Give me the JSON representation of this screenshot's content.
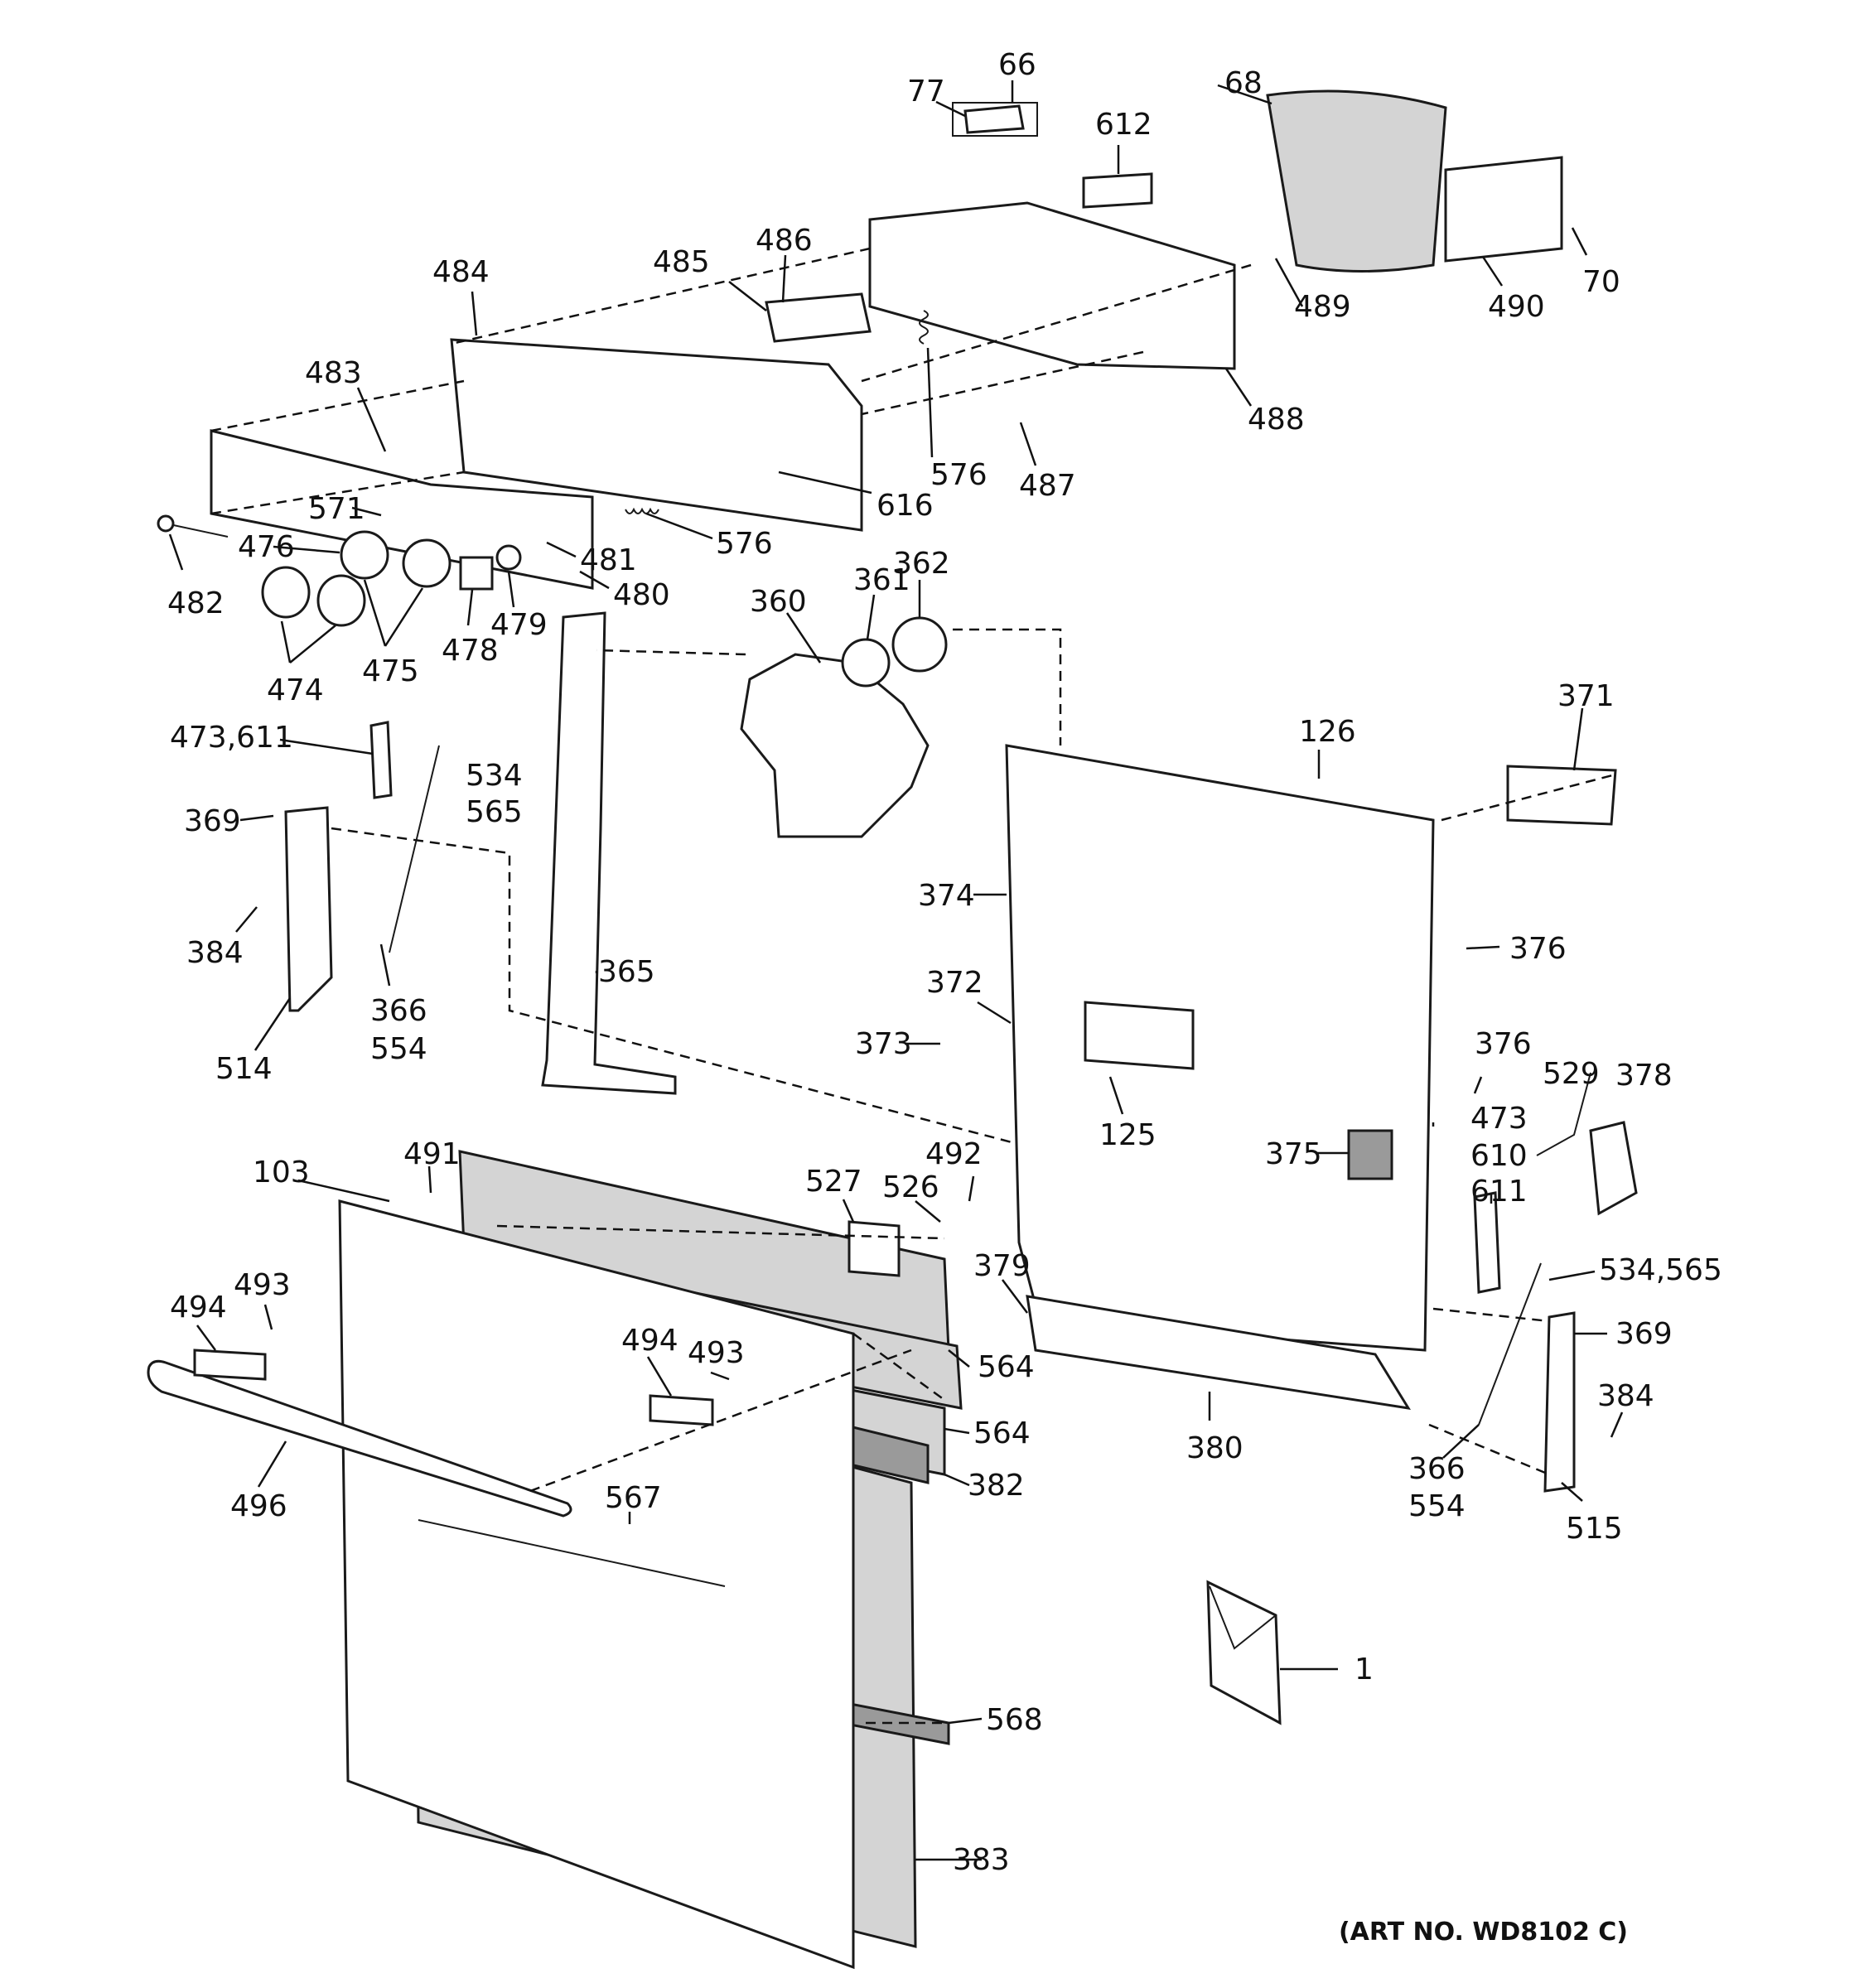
{
  "labels": {
    "l77": "77",
    "l66": "66",
    "l68": "68",
    "l612": "612",
    "l486": "486",
    "l485": "485",
    "l484": "484",
    "l489": "489",
    "l490": "490",
    "l70": "70",
    "l483": "483",
    "l488": "488",
    "l576a": "576",
    "l487": "487",
    "l616": "616",
    "l571": "571",
    "l576b": "576",
    "l476": "476",
    "l481": "481",
    "l482": "482",
    "l480": "480",
    "l479": "479",
    "l478": "478",
    "l475": "475",
    "l474": "474",
    "l360": "360",
    "l361": "361",
    "l362": "362",
    "l371": "371",
    "l126": "126",
    "l473_611": "473,611",
    "l534": "534",
    "l565": "565",
    "l369a": "369",
    "l374": "374",
    "l384a": "384",
    "l376a": "376",
    "l365": "365",
    "l366a": "366",
    "l554a": "554",
    "l372": "372",
    "l373": "373",
    "l514": "514",
    "l376b": "376",
    "l473": "473",
    "l610": "610",
    "l611": "611",
    "l529": "529",
    "l378": "378",
    "l125": "125",
    "l375": "375",
    "l103": "103",
    "l491": "491",
    "l527": "527",
    "l526": "526",
    "l492": "492",
    "l379": "379",
    "l534_565": "534,565",
    "l493a": "493",
    "l494a": "494",
    "l494b": "494",
    "l493b": "493",
    "l369b": "369",
    "l564a": "564",
    "l384b": "384",
    "l564b": "564",
    "l380": "380",
    "l382": "382",
    "l366b": "366",
    "l554b": "554",
    "l496": "496",
    "l567": "567",
    "l515": "515",
    "l1": "1",
    "l568": "568",
    "l383": "383"
  },
  "art_number": "(ART NO. WD8102 C)"
}
